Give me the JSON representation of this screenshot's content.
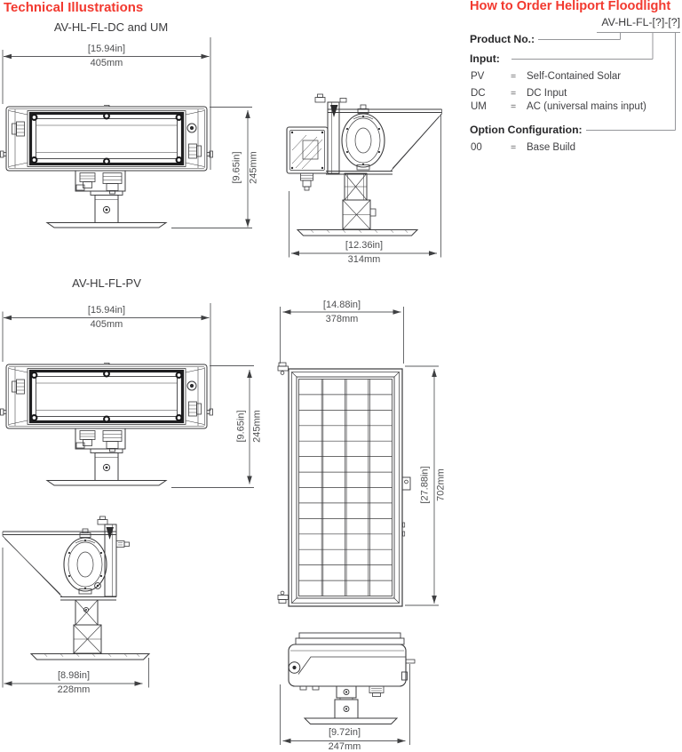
{
  "page": {
    "left_heading": "Technical Illustrations",
    "right_heading": "How to Order Heliport Floodlight"
  },
  "illustrations": {
    "dc_um_label": "AV-HL-FL-DC and UM",
    "pv_label": "AV-HL-FL-PV",
    "dims": {
      "front_width": {
        "in": "[15.94in]",
        "mm": "405mm"
      },
      "front_height": {
        "in": "[9.65in]",
        "mm": "245mm"
      },
      "depth_dc": {
        "in": "[12.36in]",
        "mm": "314mm"
      },
      "panel_width": {
        "in": "[14.88in]",
        "mm": "378mm"
      },
      "panel_height": {
        "in": "[27.88in]",
        "mm": "702mm"
      },
      "depth_pv": {
        "in": "[8.98in]",
        "mm": "228mm"
      },
      "pv_top_width": {
        "in": "[9.72in]",
        "mm": "247mm"
      }
    }
  },
  "order": {
    "code": "AV-HL-FL-[?]-[?]",
    "product_no_label": "Product No.:",
    "input_label": "Input:",
    "input_options": [
      {
        "code": "PV",
        "eq": "=",
        "desc": "Self-Contained Solar"
      },
      {
        "code": "DC",
        "eq": "=",
        "desc": "DC Input"
      },
      {
        "code": "UM",
        "eq": "=",
        "desc": "AC (universal mains input)"
      }
    ],
    "option_config_label": "Option Configuration:",
    "option_config_options": [
      {
        "code": "00",
        "eq": "=",
        "desc": "Base Build"
      }
    ]
  },
  "colors": {
    "accent_red": "#f2392f",
    "text_dark": "#3b3b3d",
    "drawing_line": "#3b3b3d",
    "dimension_line": "#5b5c5f"
  }
}
